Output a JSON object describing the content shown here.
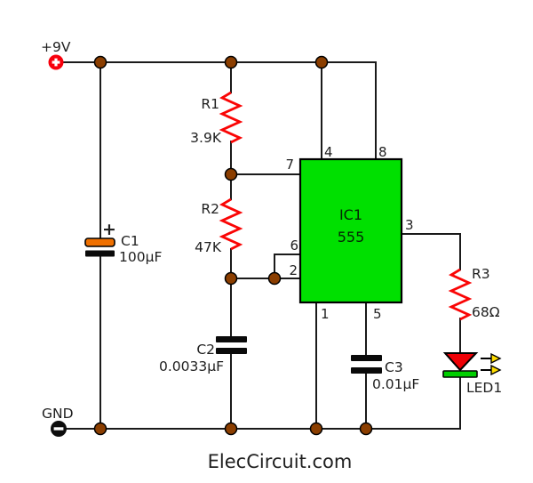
{
  "colors": {
    "wire": "#1a1a1a",
    "text": "#1f1f1f",
    "resistor_red": "#fa0505",
    "ic_green": "#00e000",
    "ic_text": "#052505",
    "cap_orange": "#ef7000",
    "cap_plate_black": "#0a0a0a",
    "junction_brown": "#8b3e00",
    "power_red": "#f8000c",
    "led_red": "#ee0006",
    "led_bar_green": "#00cf00",
    "arrow_yellow": "#ffdd00",
    "gnd_black": "#0d0d0d"
  },
  "labels": {
    "vcc": "+9V",
    "gnd": "GND",
    "watermark": "ElecCircuit.com"
  },
  "components": {
    "r1": {
      "ref": "R1",
      "value": "3.9K"
    },
    "r2": {
      "ref": "R2",
      "value": "47K"
    },
    "r3": {
      "ref": "R3",
      "value": "68Ω"
    },
    "c1": {
      "ref": "C1",
      "value": "100µF",
      "polarity_mark": "+"
    },
    "c2": {
      "ref": "C2",
      "value": "0.0033µF"
    },
    "c3": {
      "ref": "C3",
      "value": "0.01µF"
    },
    "led1": {
      "ref": "LED1"
    },
    "ic1": {
      "ref": "IC1",
      "part": "555"
    }
  },
  "ic_pins": {
    "p1": "1",
    "p2": "2",
    "p3": "3",
    "p4": "4",
    "p5": "5",
    "p6": "6",
    "p7": "7",
    "p8": "8"
  }
}
